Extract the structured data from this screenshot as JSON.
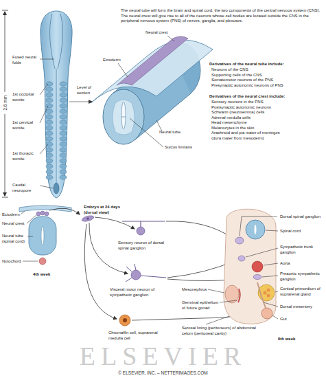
{
  "diagram": {
    "labels": [
      "The neural tube will form the brain and spinal cord, the two components of the central nervous system (CNS). The neural crest will give rise to all of the neurons whose cell bodies are located outside the CNS in the peripheral nervous system (PNS) of nerves, ganglia, and plexuses.",
      "2.6 mm",
      "Fused neural folds",
      "1st occipital somite",
      "1st cervical somite",
      "1st thoracic somite",
      "Caudal neuropore",
      "Level of section",
      "Ectoderm",
      "Neural crest",
      "Neural tube",
      "Sulcus limitans",
      "Derivatives of the neural tube include:",
      "Neurons of the CNS",
      "Supporting cells of the CNS",
      "Somatomotor neurons of the PNS",
      "Presynaptic autonomic neurons of PNS",
      "Derivatives of the neural crest include:",
      "Sensory neurons in the PNS",
      "Postsynaptic autonomic neurons",
      "Schwann (neurolemma) cells",
      "Adrenal medulla cells",
      "Head mesenchyme",
      "Melanocytes in the skin",
      "Arachnoid and pia mater of meninges",
      "(dura mater from mesoderm)",
      "Embryo at 24 days (dorsal view)",
      "Ectoderm",
      "Neural crest",
      "Neural tube (spinal cord)",
      "Notochord",
      "4th week",
      "Sensory neuron of dorsal spinal ganglion",
      "Visceral motor neuron of sympathetic ganglion",
      "Chromaffin cell, suprarenal medulla cell",
      "Dorsal spinal ganglion",
      "Spinal cord",
      "Sympathetic trunk ganglion",
      "Aorta",
      "Preaortic sympathetic ganglion",
      "Cortical primordium of suprarenal gland",
      "Dorsal mesentery",
      "Gut",
      "Mesonephros",
      "Germinal epithelium of future gonad",
      "Serosal lining (peritoneum) of abdominal celom (peritoneal cavity)",
      "6th week",
      "ELSEVIER",
      "© ELSEVIER, INC. – NETTERIMAGES.COM"
    ]
  }
}
